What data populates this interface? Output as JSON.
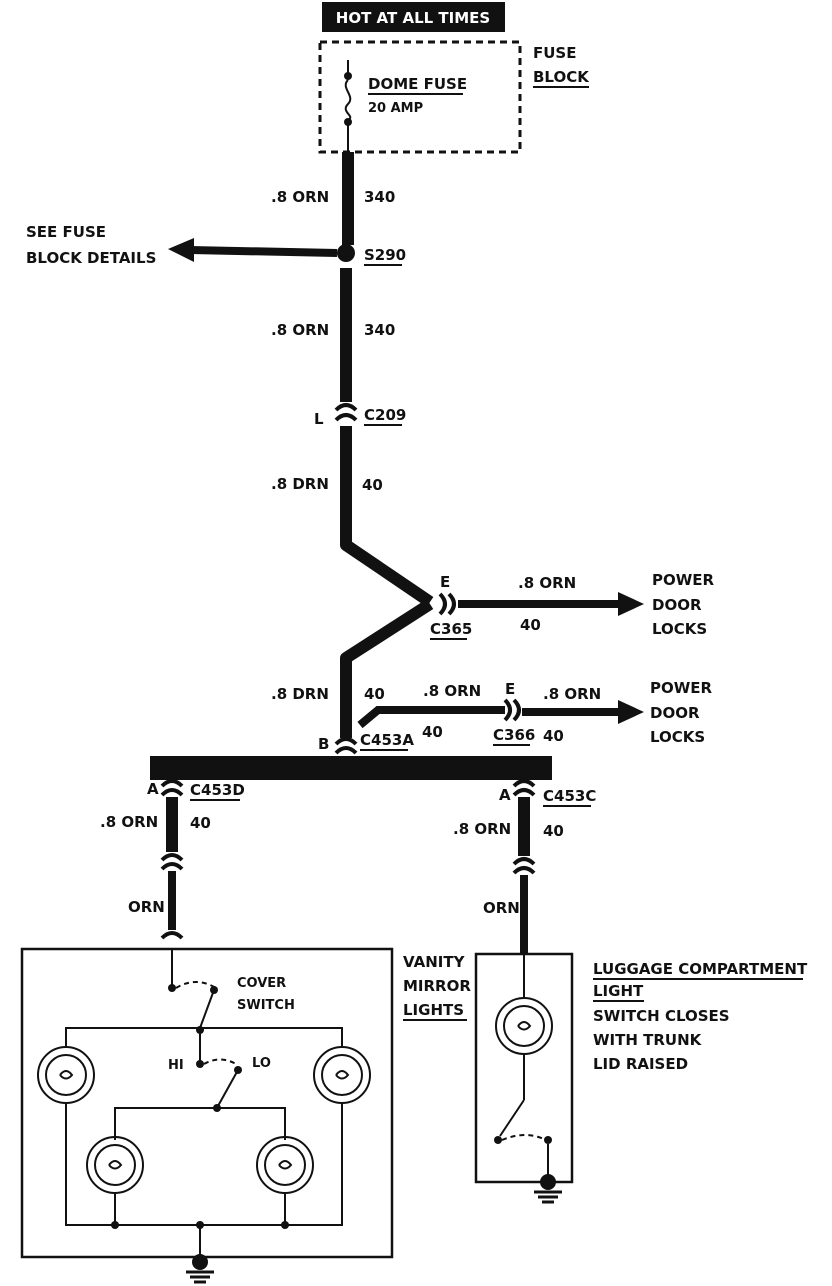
{
  "header": {
    "hot_label": "HOT AT ALL TIMES"
  },
  "fuse_block": {
    "label_line1": "FUSE",
    "label_line2": "BLOCK",
    "fuse_name": "DOME FUSE",
    "fuse_rating": "20 AMP"
  },
  "splice": {
    "id": "S290",
    "see_line1": "SEE FUSE",
    "see_line2": "BLOCK DETAILS"
  },
  "wires": {
    "w1_size": ".8 ORN",
    "w1_circuit": "340",
    "w2_size": ".8 ORN",
    "w2_circuit": "340",
    "w3_size": ".8 DRN",
    "w3_circuit": "40",
    "w4_size": ".8 ORN",
    "w4_circuit": "40",
    "w5_size": ".8 DRN",
    "w5_circuit": "40",
    "w6_size": ".8 ORN",
    "w6_circuit": "40",
    "w7_size": ".8 ORN",
    "w7_circuit": "40",
    "w8_size": ".8 ORN",
    "w8_circuit": "40",
    "w9_size": ".8 ORN",
    "w9_circuit": "40",
    "w10_size": "ORN",
    "w11_size": "ORN"
  },
  "connectors": {
    "c209": "C209",
    "c209_pin": "L",
    "c365": "C365",
    "c365_pin": "E",
    "c366": "C366",
    "c366_pin": "E",
    "c453a": "C453A",
    "c453a_pin": "B",
    "c453d": "C453D",
    "c453d_pin": "A",
    "c453c": "C453C",
    "c453c_pin": "A"
  },
  "power_door_locks_1": {
    "line1": "POWER",
    "line2": "DOOR",
    "line3": "LOCKS"
  },
  "power_door_locks_2": {
    "line1": "POWER",
    "line2": "DOOR",
    "line3": "LOCKS"
  },
  "vanity": {
    "line1": "VANITY",
    "line2": "MIRROR",
    "line3": "LIGHTS",
    "cover_line1": "COVER",
    "cover_line2": "SWITCH",
    "hi": "HI",
    "lo": "LO"
  },
  "luggage": {
    "title_line1": "LUGGAGE COMPARTMENT",
    "title_line2": "LIGHT",
    "note_line1": "SWITCH CLOSES",
    "note_line2": "WITH TRUNK",
    "note_line3": "LID RAISED"
  }
}
